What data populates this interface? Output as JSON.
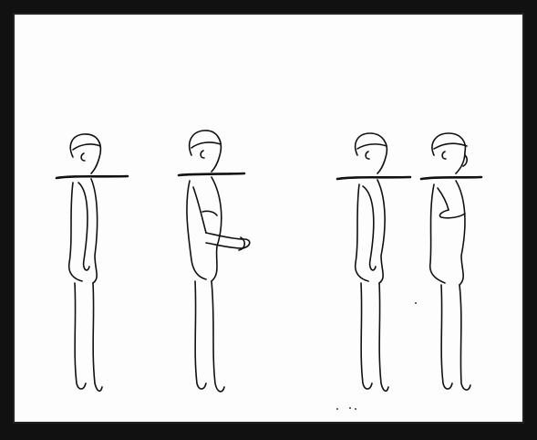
{
  "figure": {
    "panel_background": "#fdfdfd",
    "frame_color": "#111111",
    "figures": [
      {
        "id": "figure-1",
        "description_name": "standing-figure-arms-at-sides"
      },
      {
        "id": "figure-2",
        "description_name": "standing-figure-arm-forward"
      },
      {
        "id": "figure-3",
        "description_name": "standing-figure-arms-at-sides-b"
      },
      {
        "id": "figure-4",
        "description_name": "standing-figure-arm-bent"
      }
    ]
  }
}
